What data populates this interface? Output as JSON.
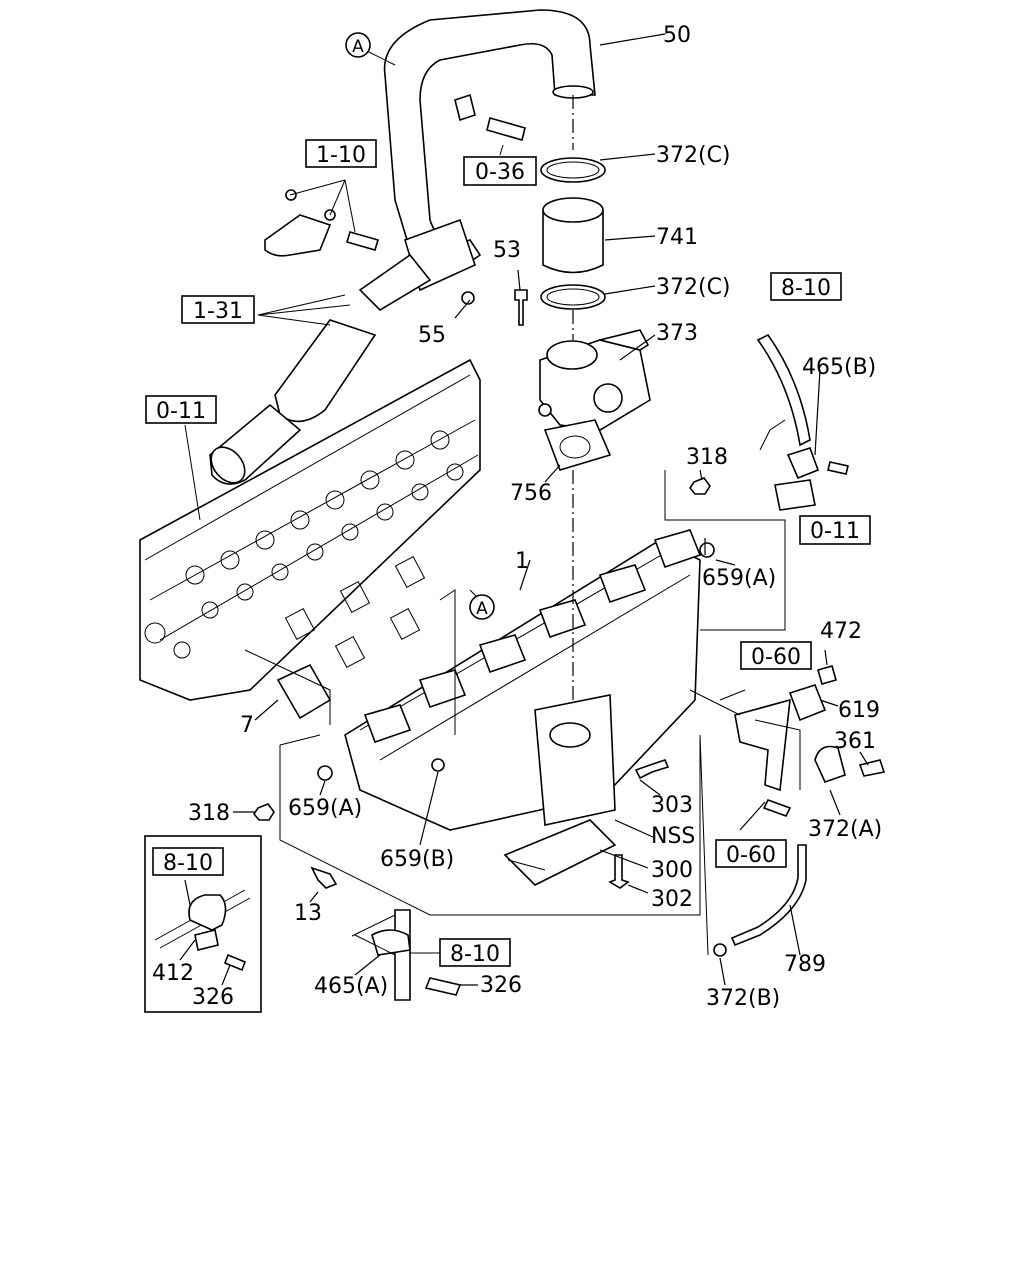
{
  "refs": {
    "r_0_36": "0-36",
    "r_1_10": "1-10",
    "r_1_31": "1-31",
    "r_0_11_top": "0-11",
    "r_8_10_top": "8-10",
    "r_0_11_right": "0-11",
    "r_0_60_top": "0-60",
    "r_0_60_bottom": "0-60",
    "r_8_10_left": "8-10",
    "r_8_10_bottom": "8-10"
  },
  "callouts": {
    "a_top": "A",
    "a_mid": "A"
  },
  "labels": {
    "l50": "50",
    "l372c_top": "372(C)",
    "l741": "741",
    "l53": "53",
    "l372c_mid": "372(C)",
    "l55": "55",
    "l373": "373",
    "l465b": "465(B)",
    "l756": "756",
    "l318_top": "318",
    "l1": "1",
    "l659a_right": "659(A)",
    "l472": "472",
    "l619": "619",
    "l361": "361",
    "l7": "7",
    "l318_left": "318",
    "l659a_left": "659(A)",
    "l303": "303",
    "l372a": "372(A)",
    "lNSS": "NSS",
    "l659b": "659(B)",
    "l300": "300",
    "l302": "302",
    "l13": "13",
    "l789": "789",
    "l412": "412",
    "l326_left": "326",
    "l465a": "465(A)",
    "l326_bottom": "326",
    "l372b": "372(B)"
  }
}
